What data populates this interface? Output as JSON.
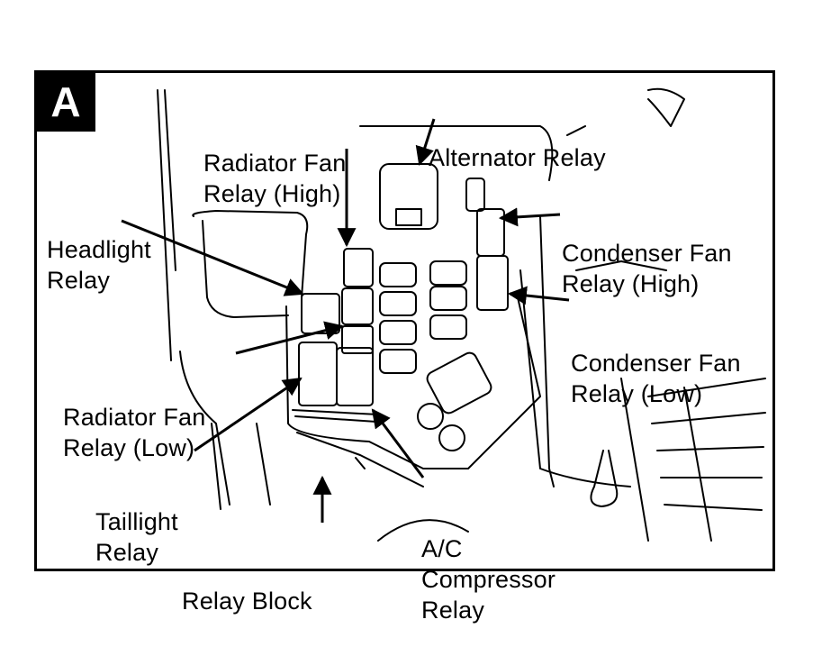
{
  "figure": {
    "panel_letter": "A",
    "stroke_color": "#000000",
    "background_color": "#ffffff"
  },
  "labels": {
    "radiator_fan_high": [
      "Radiator Fan",
      "Relay (High)"
    ],
    "alternator": [
      "Alternator Relay"
    ],
    "headlight": [
      "Headlight",
      "Relay"
    ],
    "condenser_fan_high": [
      "Condenser Fan",
      "Relay (High)"
    ],
    "condenser_fan_low": [
      "Condenser Fan",
      "Relay (Low)"
    ],
    "radiator_fan_low": [
      "Radiator Fan",
      "Relay (Low)"
    ],
    "taillight": [
      "Taillight",
      "Relay"
    ],
    "ac_compressor": [
      "A/C",
      "Compressor",
      "Relay"
    ],
    "relay_block": [
      "Relay Block"
    ]
  }
}
